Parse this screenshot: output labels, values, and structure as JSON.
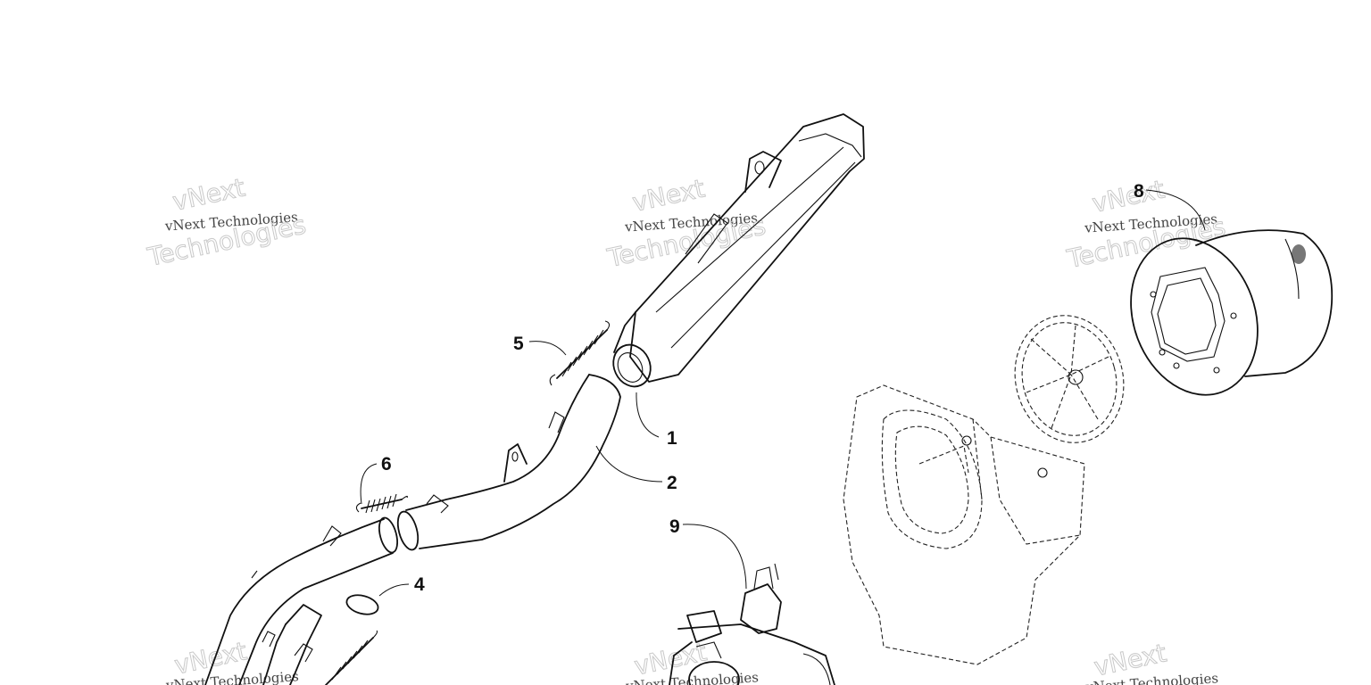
{
  "watermark": {
    "line1": "vNext",
    "line2": "vNext Technologies",
    "line3": "Technologies"
  },
  "callouts": {
    "c1": "1",
    "c2": "2",
    "c4": "4",
    "c5": "5",
    "c6": "6",
    "c8": "8",
    "c9": "9"
  },
  "colors": {
    "line": "#111111",
    "watermark": "#c9c9c9",
    "background": "#ffffff"
  }
}
